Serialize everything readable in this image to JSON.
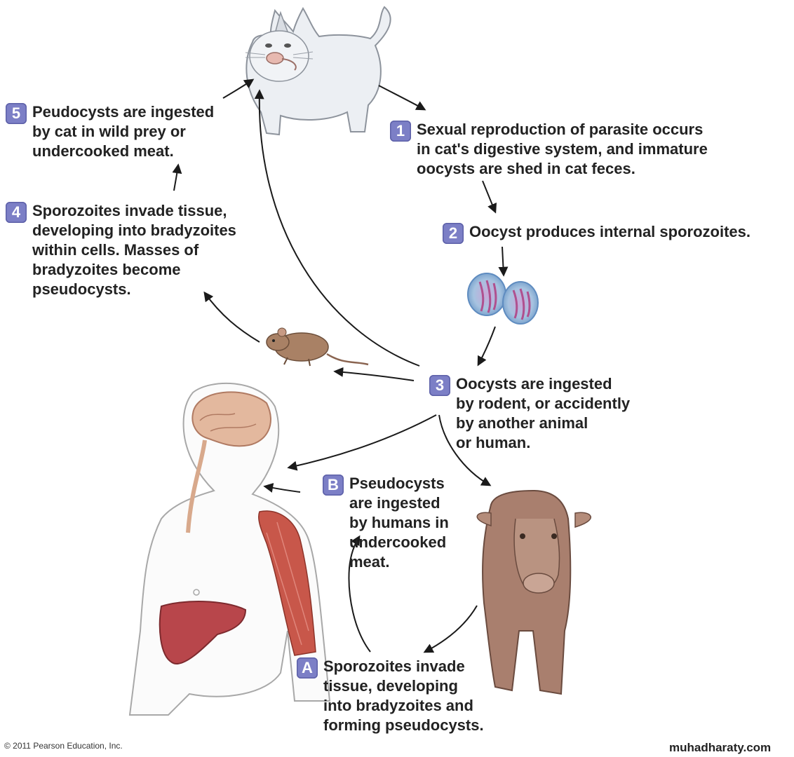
{
  "steps": {
    "s1": {
      "badge": "1",
      "text": "Sexual reproduction of parasite occurs\nin cat's digestive system, and immature\noocysts are shed in cat feces."
    },
    "s2": {
      "badge": "2",
      "text": "Oocyst produces internal sporozoites."
    },
    "s3": {
      "badge": "3",
      "text": "Oocysts are ingested\nby rodent, or accidently\nby another animal\nor human."
    },
    "s4": {
      "badge": "4",
      "text": "Sporozoites invade tissue,\ndeveloping into bradyzoites\nwithin cells. Masses of\nbradyzoites become\npseudocysts."
    },
    "s5": {
      "badge": "5",
      "text": "Peudocysts are ingested\nby cat in wild prey or\nundercooked meat."
    },
    "sA": {
      "badge": "A",
      "text": "Sporozoites invade\ntissue, developing\ninto bradyzoites and\nforming pseudocysts."
    },
    "sB": {
      "badge": "B",
      "text": "Pseudocysts\nare ingested\nby humans in\n   undercooked\n   meat."
    }
  },
  "footer": {
    "copyright": "© 2011 Pearson Education, Inc.",
    "watermark": "muhadharaty.com"
  },
  "colors": {
    "badge": "#7c7fc6",
    "text": "#222222",
    "arrow": "#1a1a1a"
  }
}
